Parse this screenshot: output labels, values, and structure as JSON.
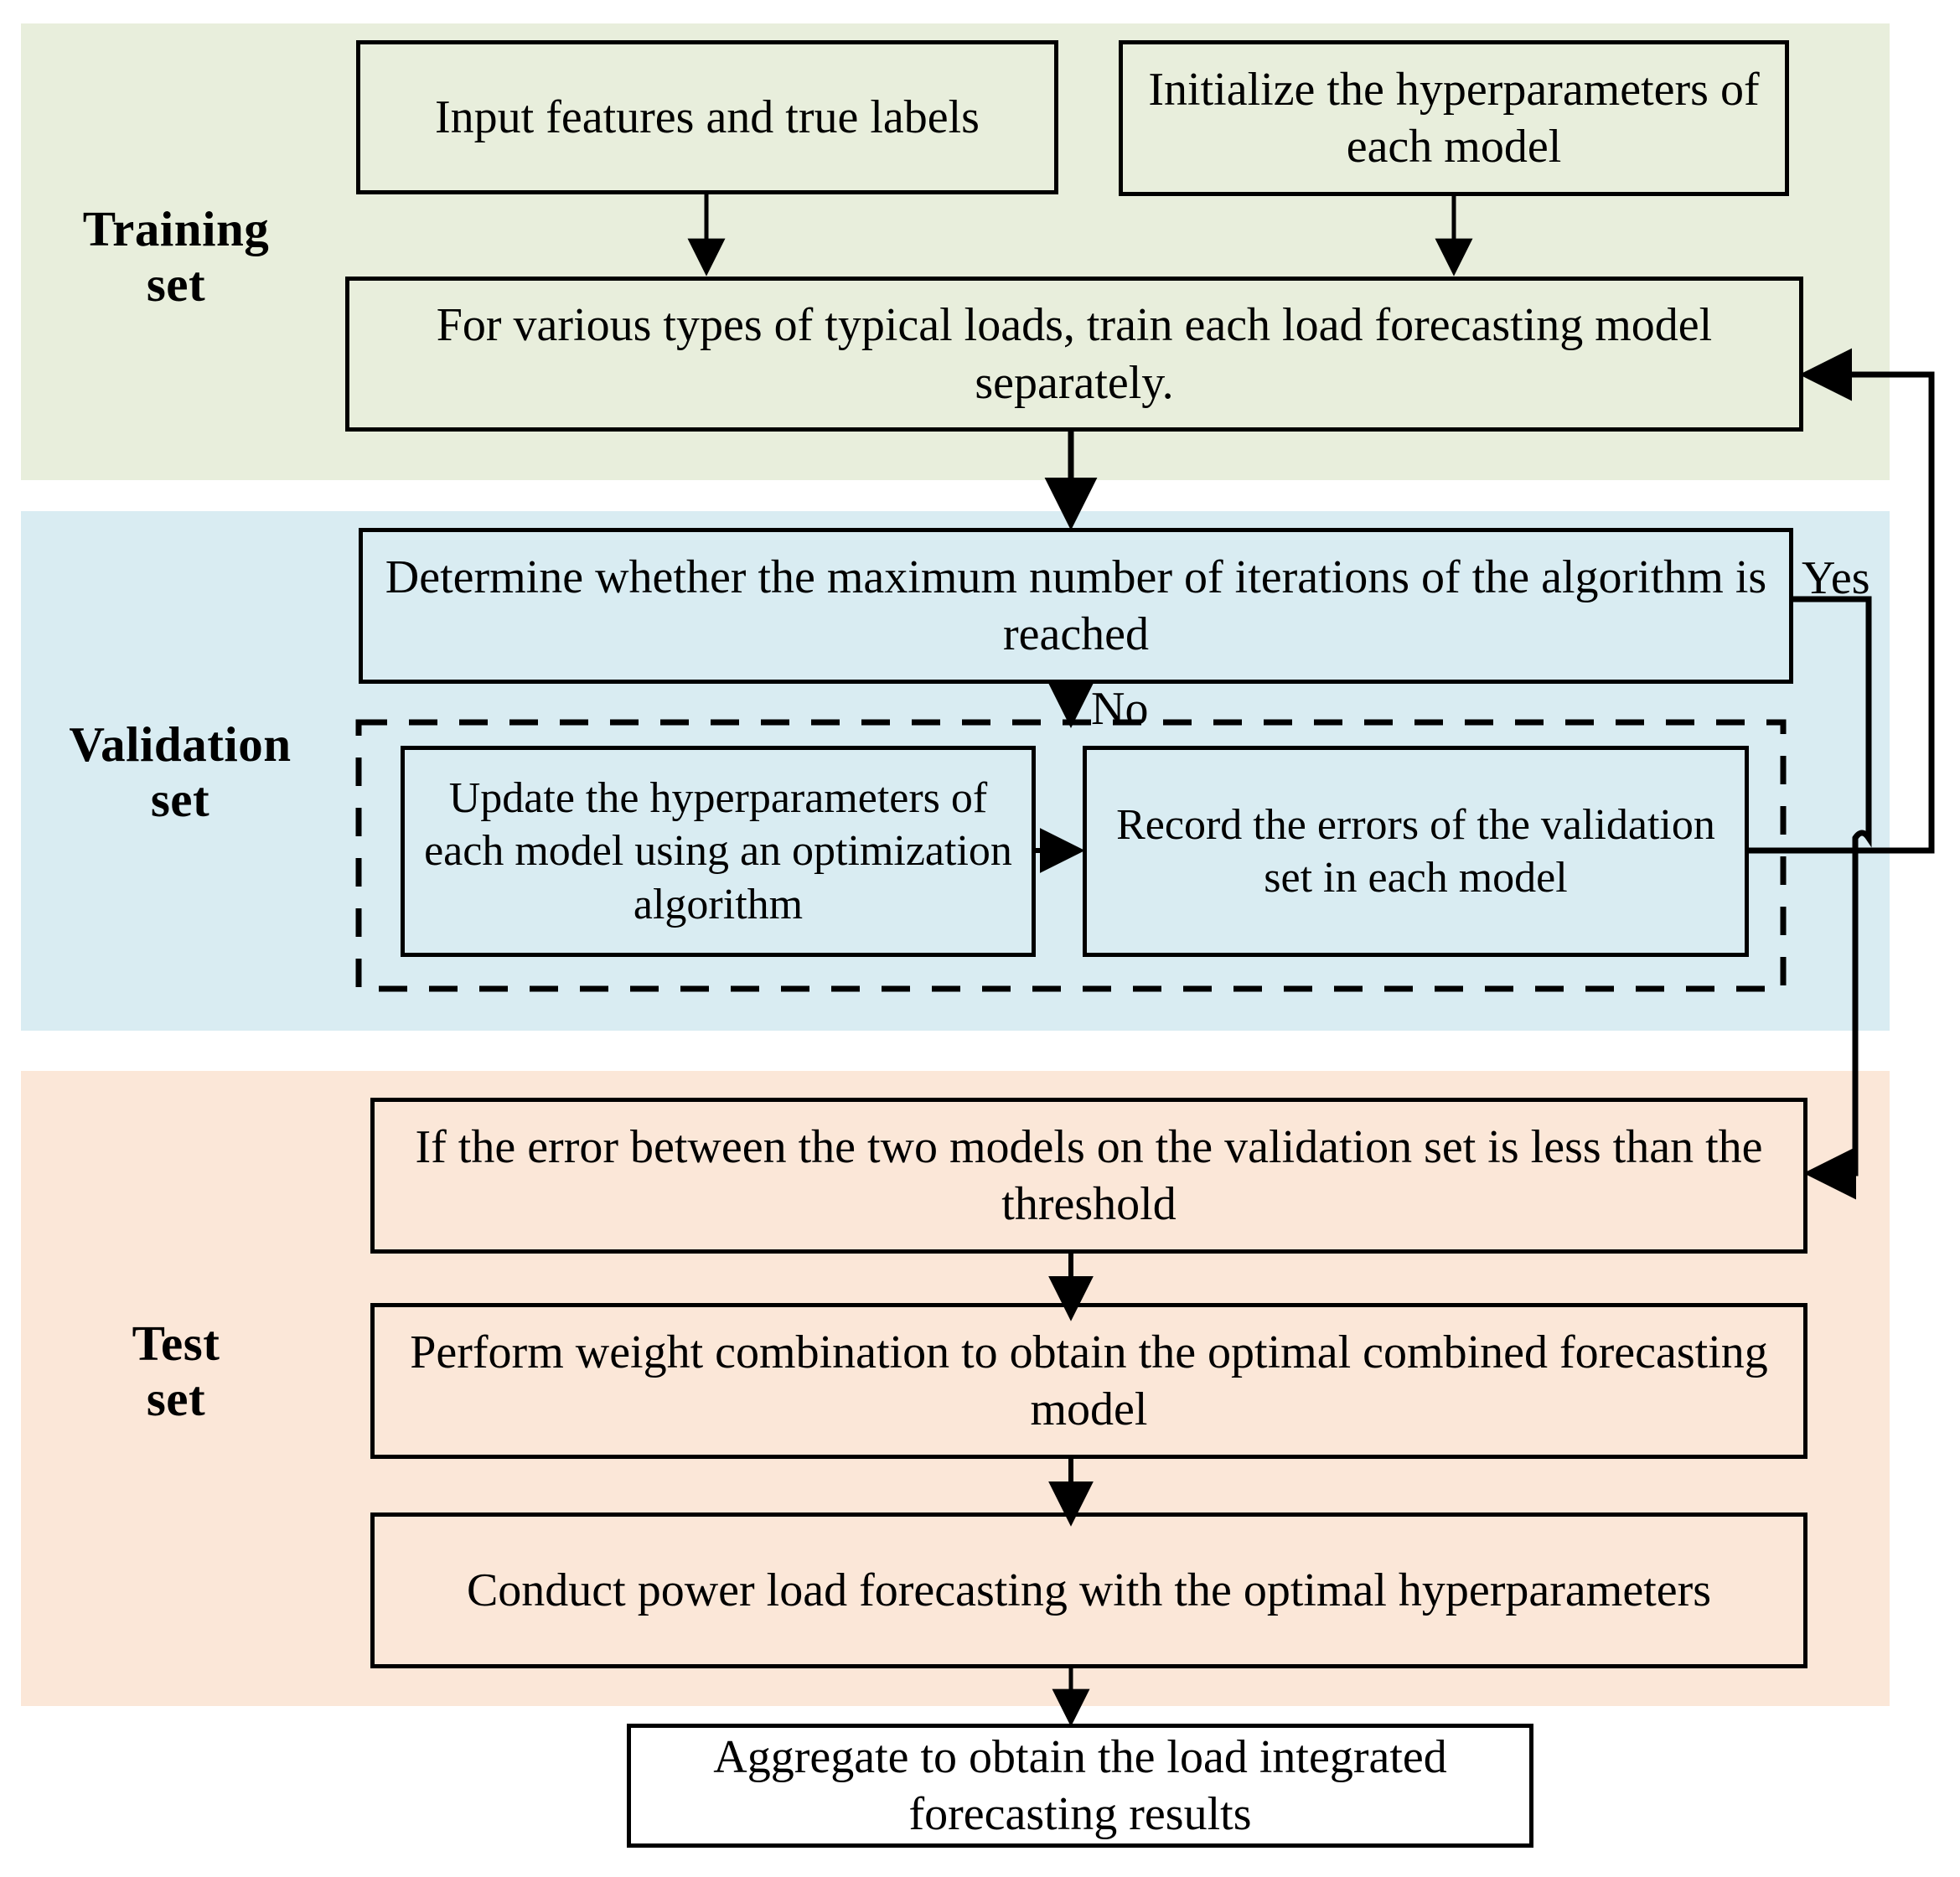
{
  "diagram": {
    "title": "Combined load forecasting workflow",
    "colors": {
      "training_band": "#e8eedc",
      "validation_band": "#d9ecf2",
      "test_band": "#fbe7d8",
      "stroke": "#000000",
      "page": "#ffffff"
    },
    "stage_labels": [
      {
        "name": "training",
        "line1": "Training",
        "line2": "set"
      },
      {
        "name": "validation",
        "line1": "Validation",
        "line2": "set"
      },
      {
        "name": "test",
        "line1": "Test",
        "line2": "set"
      }
    ],
    "nodes": [
      {
        "id": "input_features",
        "text": "Input features and true labels"
      },
      {
        "id": "init_hyperparams",
        "text": "Initialize the hyperparameters of each model"
      },
      {
        "id": "train_models",
        "text": "For various types of typical loads, train each load forecasting model separately."
      },
      {
        "id": "max_iterations",
        "text": "Determine whether the maximum number of iterations of the algorithm is reached"
      },
      {
        "id": "update_hyperparams",
        "text": "Update the hyperparameters of each model using an optimization algorithm"
      },
      {
        "id": "record_errors",
        "text": "Record the errors of the validation set in each model"
      },
      {
        "id": "error_threshold",
        "text": "If the error between the two models on the validation set is less than the threshold"
      },
      {
        "id": "weight_combination",
        "text": "Perform weight combination to obtain the optimal combined forecasting model"
      },
      {
        "id": "conduct_forecasting",
        "text": "Conduct power load forecasting with the optimal hyperparameters"
      },
      {
        "id": "aggregate_results",
        "text": "Aggregate to obtain the load integrated forecasting results"
      }
    ],
    "edge_labels": [
      {
        "id": "yes",
        "text": "Yes"
      },
      {
        "id": "no",
        "text": "No"
      }
    ],
    "edges": [
      {
        "from": "input_features",
        "to": "train_models",
        "label": ""
      },
      {
        "from": "init_hyperparams",
        "to": "train_models",
        "label": ""
      },
      {
        "from": "train_models",
        "to": "max_iterations",
        "label": ""
      },
      {
        "from": "max_iterations",
        "to": "update_hyperparams",
        "label": "No"
      },
      {
        "from": "update_hyperparams",
        "to": "record_errors",
        "label": ""
      },
      {
        "from": "record_errors",
        "to": "train_models",
        "label": ""
      },
      {
        "from": "max_iterations",
        "to": "error_threshold",
        "label": "Yes"
      },
      {
        "from": "error_threshold",
        "to": "weight_combination",
        "label": ""
      },
      {
        "from": "weight_combination",
        "to": "conduct_forecasting",
        "label": ""
      },
      {
        "from": "conduct_forecasting",
        "to": "aggregate_results",
        "label": ""
      }
    ]
  }
}
